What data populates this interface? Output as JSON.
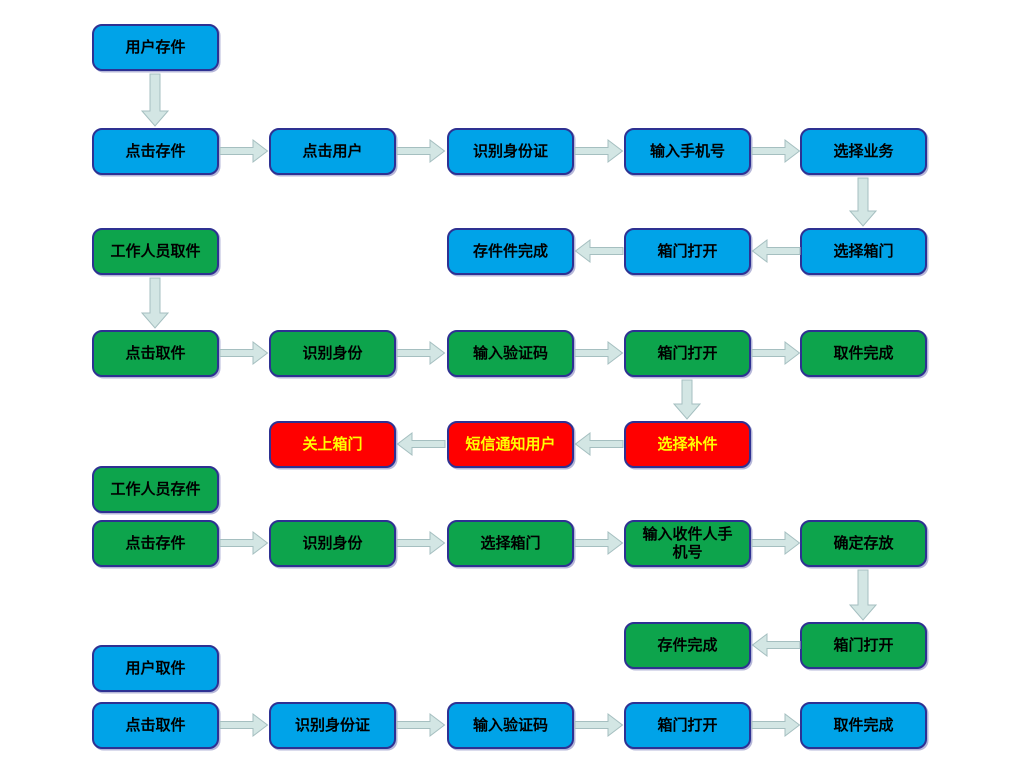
{
  "colors": {
    "blue": "#00A3E8",
    "green": "#0DA44C",
    "red": "#FF0000",
    "yellow": "#FFFF00",
    "border": "#2E3192",
    "arrowFill": "#D3E6E4",
    "arrowStroke": "#A5BFC0"
  },
  "flowchart": {
    "nodes": [
      {
        "label": "用户存件",
        "variant": "blue"
      },
      {
        "label": "点击存件",
        "variant": "blue"
      },
      {
        "label": "点击用户",
        "variant": "blue"
      },
      {
        "label": "识别身份证",
        "variant": "blue"
      },
      {
        "label": "输入手机号",
        "variant": "blue"
      },
      {
        "label": "选择业务",
        "variant": "blue"
      },
      {
        "label": "工作人员取件",
        "variant": "green"
      },
      {
        "label": "存件件完成",
        "variant": "blue"
      },
      {
        "label": "箱门打开",
        "variant": "blue"
      },
      {
        "label": "选择箱门",
        "variant": "blue"
      },
      {
        "label": "点击取件",
        "variant": "green"
      },
      {
        "label": "识别身份",
        "variant": "green"
      },
      {
        "label": "输入验证码",
        "variant": "green"
      },
      {
        "label": "箱门打开",
        "variant": "green"
      },
      {
        "label": "取件完成",
        "variant": "green"
      },
      {
        "label": "关上箱门",
        "variant": "red"
      },
      {
        "label": "短信通知用户",
        "variant": "red"
      },
      {
        "label": "选择补件",
        "variant": "red"
      },
      {
        "label": "工作人员存件",
        "variant": "green"
      },
      {
        "label": "点击存件",
        "variant": "green"
      },
      {
        "label": "识别身份",
        "variant": "green"
      },
      {
        "label": "选择箱门",
        "variant": "green"
      },
      {
        "label": "输入收件人手\n机号",
        "variant": "green"
      },
      {
        "label": "确定存放",
        "variant": "green"
      },
      {
        "label": "存件完成",
        "variant": "green"
      },
      {
        "label": "箱门打开",
        "variant": "green"
      },
      {
        "label": "用户取件",
        "variant": "blue"
      },
      {
        "label": "点击取件",
        "variant": "blue"
      },
      {
        "label": "识别身份证",
        "variant": "blue"
      },
      {
        "label": "输入验证码",
        "variant": "blue"
      },
      {
        "label": "箱门打开",
        "variant": "blue"
      },
      {
        "label": "取件完成",
        "variant": "blue"
      }
    ]
  }
}
